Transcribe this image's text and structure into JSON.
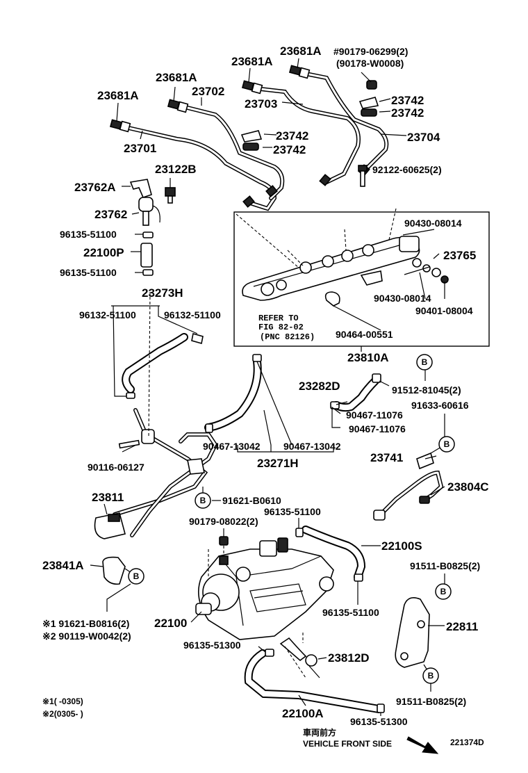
{
  "figure_id": "221374D",
  "vehicle_front": {
    "jp": "車両前方",
    "en": "VEHICLE FRONT SIDE"
  },
  "refer": {
    "line1": "REFER TO",
    "line2": "FIG 82-02",
    "line3": "(PNC 82126)"
  },
  "notes": {
    "n1": "※1(      -0305)",
    "n2": "※2(0305-      )"
  },
  "bubble_letter": "B",
  "labels": {
    "l_23681A_1": "23681A",
    "l_23681A_2": "23681A",
    "l_23681A_3": "23681A",
    "l_23681A_4": "23681A",
    "l_90179_06299": "#90179-06299(2)",
    "l_90178_W0008": "(90178-W0008)",
    "l_23702": "23702",
    "l_23703": "23703",
    "l_23742_1": "23742",
    "l_23742_2": "23742",
    "l_23742_3": "23742",
    "l_23742_4": "23742",
    "l_23704": "23704",
    "l_23701": "23701",
    "l_23122B": "23122B",
    "l_92122_60625": "92122-60625(2)",
    "l_23762A": "23762A",
    "l_23762": "23762",
    "l_96135_51100_a": "96135-51100",
    "l_22100P": "22100P",
    "l_96135_51100_b": "96135-51100",
    "l_90430_08014_a": "90430-08014",
    "l_23765": "23765",
    "l_90430_08014_b": "90430-08014",
    "l_90401_08004": "90401-08004",
    "l_23273H": "23273H",
    "l_96132_51100_a": "96132-51100",
    "l_96132_51100_b": "96132-51100",
    "l_90464_00551": "90464-00551",
    "l_23810A": "23810A",
    "l_23282D": "23282D",
    "l_91512_81045": "91512-81045(2)",
    "l_91633_60616": "91633-60616",
    "l_90467_11076_a": "90467-11076",
    "l_90467_11076_b": "90467-11076",
    "l_90467_13042_a": "90467-13042",
    "l_90467_13042_b": "90467-13042",
    "l_23271H": "23271H",
    "l_90116_06127": "90116-06127",
    "l_23741": "23741",
    "l_23804C": "23804C",
    "l_23811": "23811",
    "l_91621_B0610": "91621-B0610",
    "l_90179_08022": "90179-08022(2)",
    "l_96135_51100_c": "96135-51100",
    "l_22100S": "22100S",
    "l_23841A": "23841A",
    "l_91511_B0825_a": "91511-B0825(2)",
    "l_96135_51100_d": "96135-51100",
    "l_91621_B0816": "※1 91621-B0816(2)",
    "l_90119_W0042": "※2 90119-W0042(2)",
    "l_22100": "22100",
    "l_22811": "22811",
    "l_96135_51300_a": "96135-51300",
    "l_23812D": "23812D",
    "l_91511_B0825_b": "91511-B0825(2)",
    "l_22100A": "22100A",
    "l_96135_51300_b": "96135-51300"
  }
}
